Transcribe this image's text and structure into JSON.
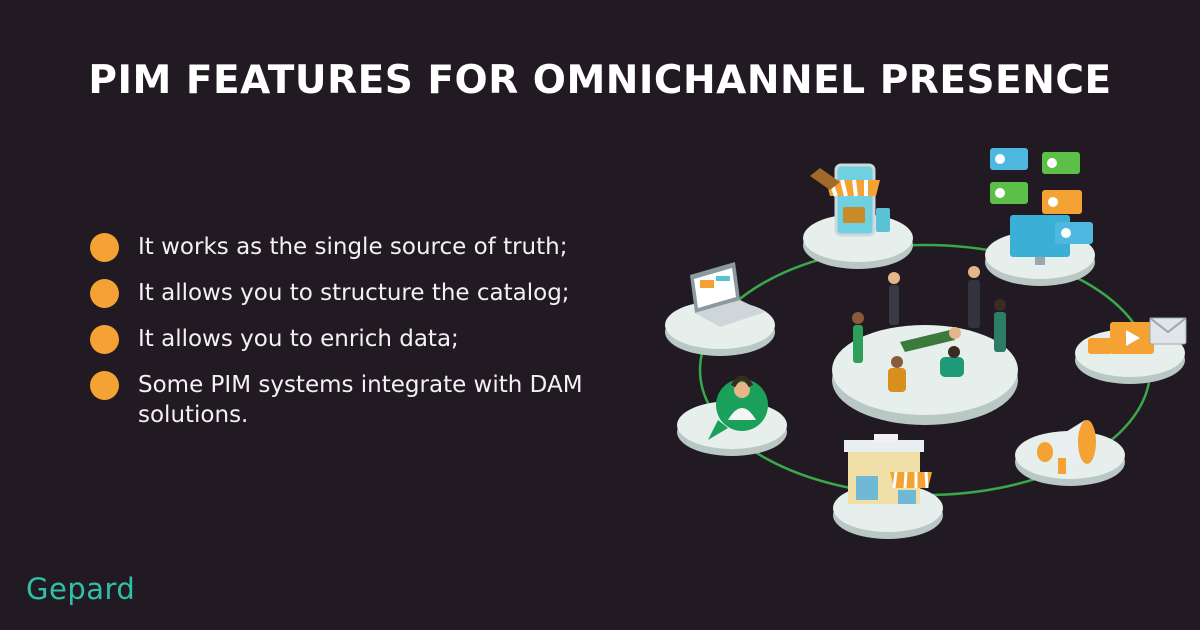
{
  "title": "PIM FEATURES FOR OMNICHANNEL PRESENCE",
  "bullets": [
    "It works as the single source of truth;",
    "It allows you to structure the catalog;",
    "It allows you to enrich data;",
    "Some PIM systems integrate with DAM solutions."
  ],
  "logo": "Gepard",
  "colors": {
    "background": "#221a22",
    "bullet": "#f3a233",
    "brand": "#2fc0a7",
    "ring": "#3aa84a",
    "platform": "#dfe9e6"
  },
  "illustration": {
    "icons": [
      "online-store-phone-icon",
      "review-chat-screen-icon",
      "email-video-icon",
      "megaphone-icon",
      "storefront-icon",
      "support-agent-icon",
      "laptop-icon",
      "team-people-icon"
    ]
  }
}
